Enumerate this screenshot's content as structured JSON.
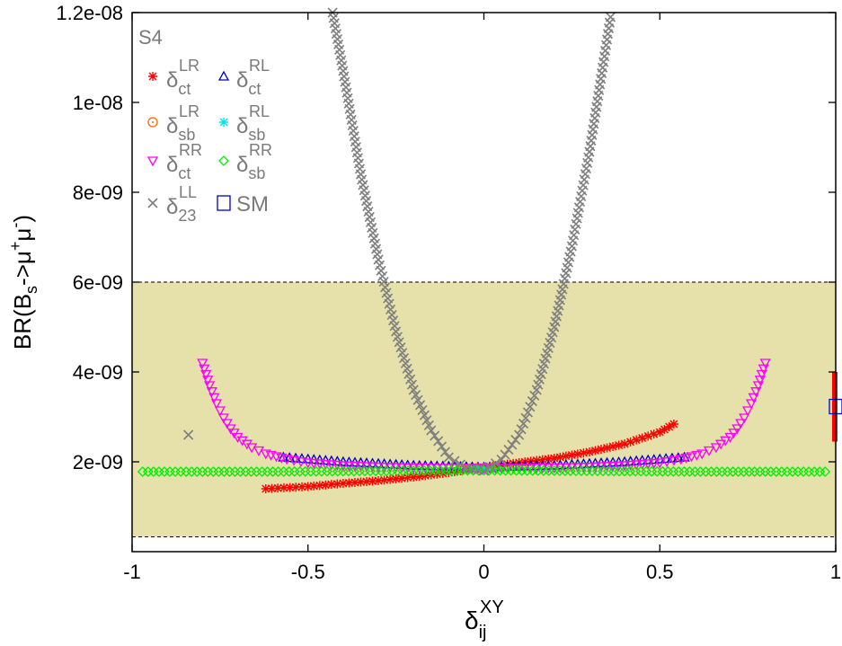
{
  "chart_data": {
    "type": "scatter",
    "ylabel": "BR(B_s->μ^+μ^-)",
    "xlabel": "δ_ij^XY",
    "xlim": [
      -1,
      1
    ],
    "ylim": [
      0,
      1.2e-08
    ],
    "xticks": [
      -1,
      -0.5,
      0,
      0.5,
      1
    ],
    "xtick_labels": [
      "-1",
      "-0.5",
      "0",
      "0.5",
      "1"
    ],
    "yticks": [
      2e-09,
      4e-09,
      6e-09,
      8e-09,
      1e-08,
      1.2e-08
    ],
    "ytick_labels": [
      "2e-09",
      "4e-09",
      "6e-09",
      "8e-09",
      "1e-08",
      "1.2e-08"
    ],
    "legend_placement": "top-left",
    "legend_title": "S4",
    "allowed_band": {
      "ymin": 3.3e-10,
      "ymax": 6e-09,
      "color": "#e6e0aa"
    },
    "series": [
      {
        "legend": {
          "sym": "δ",
          "sub": "ct",
          "sup": "LR"
        },
        "marker": "star",
        "color": "#ff0000",
        "x": [
          -0.62,
          -0.5,
          -0.4,
          -0.3,
          -0.2,
          -0.1,
          0.0,
          0.1,
          0.2,
          0.3,
          0.4,
          0.5,
          0.54
        ],
        "y": [
          1.4e-09,
          1.45e-09,
          1.52e-09,
          1.58e-09,
          1.66e-09,
          1.76e-09,
          1.88e-09,
          1.98e-09,
          2.08e-09,
          2.22e-09,
          2.4e-09,
          2.66e-09,
          2.84e-09
        ]
      },
      {
        "legend": {
          "sym": "δ",
          "sub": "ct",
          "sup": "RL"
        },
        "marker": "triangle-up",
        "color": "#0000cc",
        "x": [
          -0.57,
          -0.5,
          -0.4,
          -0.3,
          -0.2,
          -0.1,
          0.0,
          0.1,
          0.2,
          0.3,
          0.4,
          0.5,
          0.57
        ],
        "y": [
          2.1e-09,
          2.06e-09,
          2e-09,
          1.96e-09,
          1.92e-09,
          1.9e-09,
          1.88e-09,
          1.9e-09,
          1.92e-09,
          1.96e-09,
          2e-09,
          2.06e-09,
          2.1e-09
        ]
      },
      {
        "legend": {
          "sym": "δ",
          "sub": "sb",
          "sup": "LR"
        },
        "marker": "circle-dot",
        "color": "#ff6600",
        "x": [
          -0.02,
          0.0,
          0.02
        ],
        "y": [
          1.86e-09,
          1.86e-09,
          1.86e-09
        ]
      },
      {
        "legend": {
          "sym": "δ",
          "sub": "sb",
          "sup": "RL"
        },
        "marker": "star",
        "color": "#00e5e5",
        "x": [
          -0.02,
          0.0,
          0.02
        ],
        "y": [
          1.84e-09,
          1.84e-09,
          1.84e-09
        ]
      },
      {
        "legend": {
          "sym": "δ",
          "sub": "ct",
          "sup": "RR"
        },
        "marker": "triangle-down",
        "color": "#ff00ff",
        "x": [
          -0.8,
          -0.78,
          -0.76,
          -0.74,
          -0.72,
          -0.7,
          -0.66,
          -0.62,
          -0.56,
          -0.5,
          -0.4,
          -0.3,
          -0.2,
          -0.1,
          0.0,
          0.1,
          0.2,
          0.3,
          0.4,
          0.5,
          0.56,
          0.62,
          0.66,
          0.7,
          0.72,
          0.74,
          0.76,
          0.78,
          0.8
        ],
        "y": [
          4.2e-09,
          3.7e-09,
          3.3e-09,
          2.98e-09,
          2.74e-09,
          2.55e-09,
          2.32e-09,
          2.18e-09,
          2.06e-09,
          1.98e-09,
          1.92e-09,
          1.89e-09,
          1.87e-09,
          1.86e-09,
          1.86e-09,
          1.86e-09,
          1.87e-09,
          1.89e-09,
          1.92e-09,
          1.98e-09,
          2.06e-09,
          2.18e-09,
          2.32e-09,
          2.55e-09,
          2.74e-09,
          2.98e-09,
          3.3e-09,
          3.7e-09,
          4.2e-09
        ]
      },
      {
        "legend": {
          "sym": "δ",
          "sub": "sb",
          "sup": "RR"
        },
        "marker": "diamond",
        "color": "#00ee00",
        "x": [
          -0.97,
          -0.8,
          -0.6,
          -0.4,
          -0.2,
          0.0,
          0.2,
          0.4,
          0.6,
          0.8,
          0.97
        ],
        "y": [
          1.78e-09,
          1.78e-09,
          1.78e-09,
          1.79e-09,
          1.8e-09,
          1.81e-09,
          1.8e-09,
          1.79e-09,
          1.78e-09,
          1.78e-09,
          1.78e-09
        ]
      },
      {
        "legend": {
          "sym": "δ",
          "sub": "23",
          "sup": "LL"
        },
        "marker": "cross",
        "color": "#7f7f7f",
        "x": [
          -0.84,
          -0.43,
          -0.4,
          -0.35,
          -0.3,
          -0.25,
          -0.2,
          -0.15,
          -0.1,
          -0.05,
          0.0,
          0.05,
          0.1,
          0.15,
          0.2,
          0.25,
          0.3,
          0.33,
          0.36
        ],
        "y": [
          2.6e-09,
          1.2e-08,
          1.07e-08,
          8.4e-09,
          6.5e-09,
          4.9e-09,
          3.6e-09,
          2.7e-09,
          2.1e-09,
          1.86e-09,
          1.8e-09,
          2.05e-09,
          2.6e-09,
          3.6e-09,
          5e-09,
          6.8e-09,
          8.9e-09,
          1.04e-08,
          1.19e-08
        ]
      },
      {
        "legend": {
          "sym": "SM",
          "sub": "",
          "sup": ""
        },
        "marker": "square",
        "color": "#0000cc",
        "x": [
          1.0
        ],
        "y": [
          3.23e-09
        ],
        "err_low": 2.45e-09,
        "err_high": 4e-09,
        "err_color": "#ff0000"
      }
    ]
  }
}
